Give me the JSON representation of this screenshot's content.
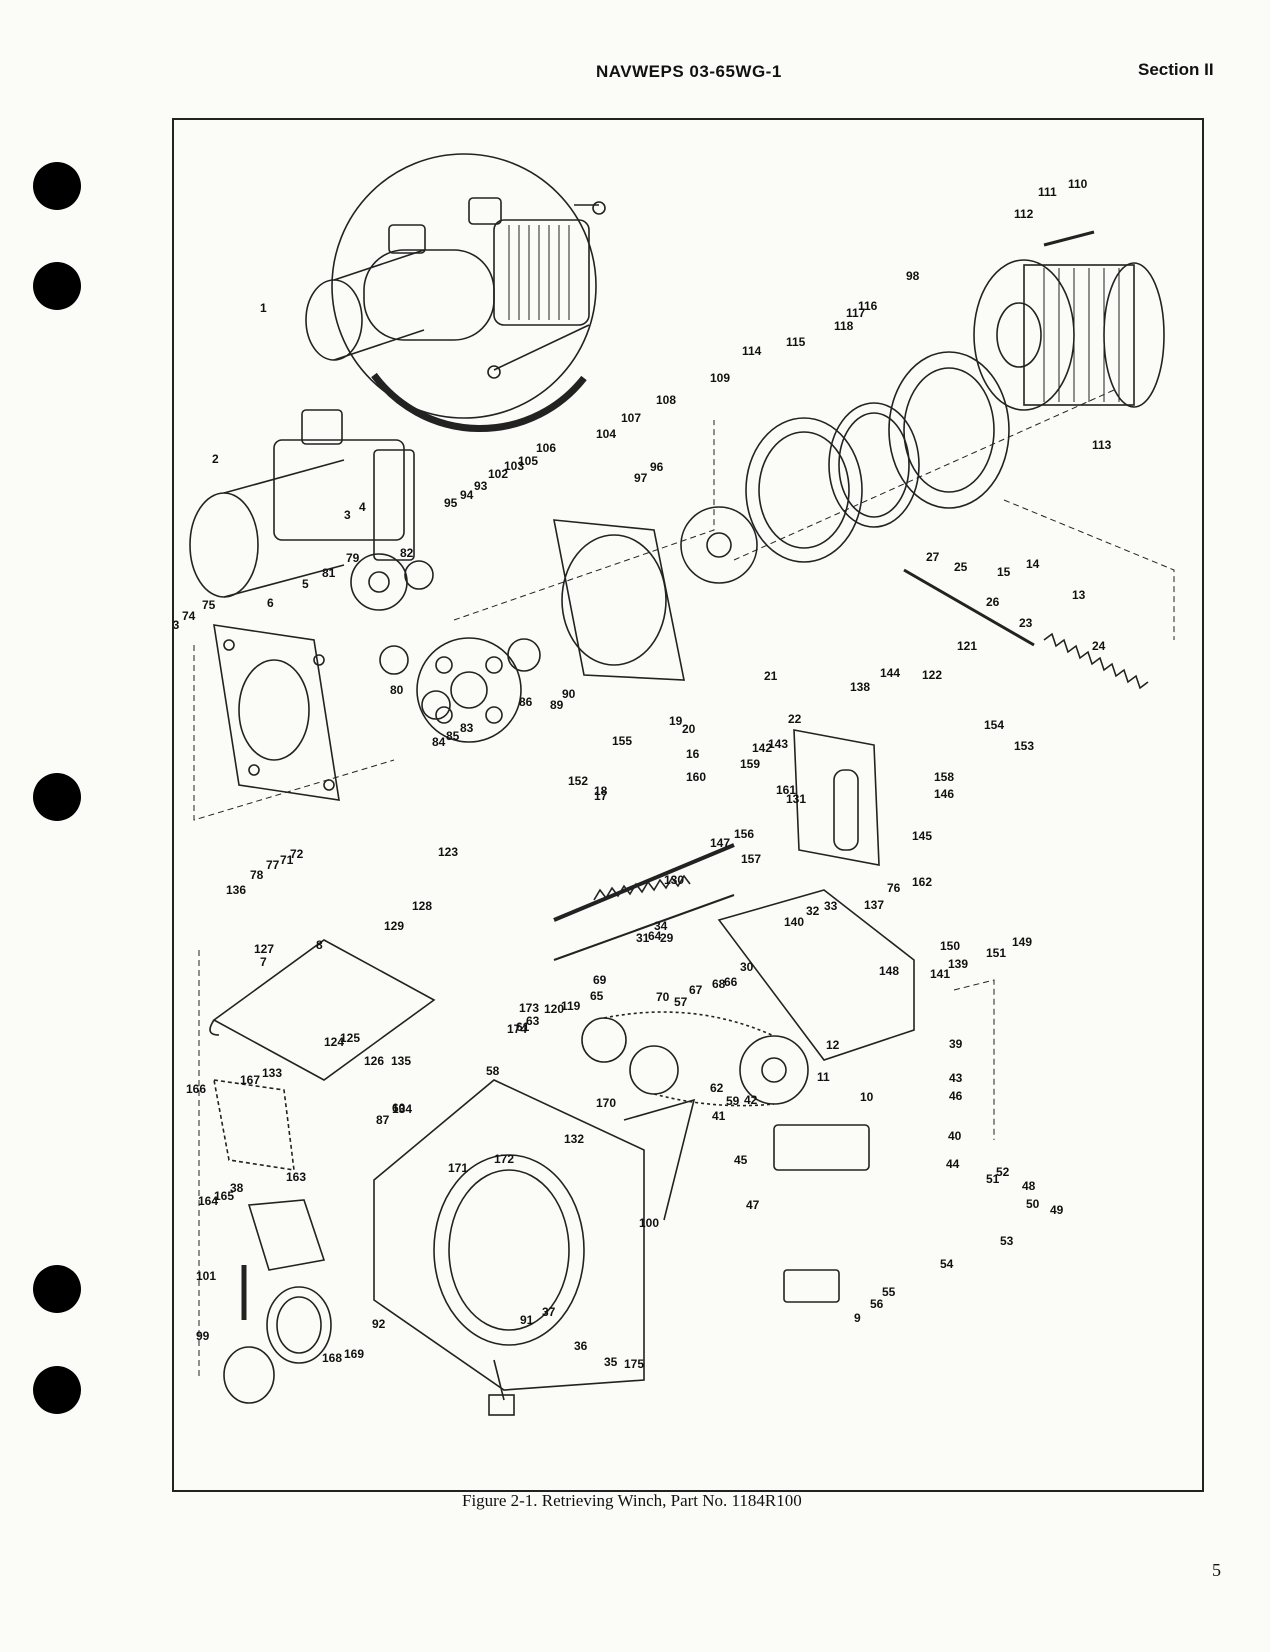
{
  "header": {
    "document_id": "NAVWEPS 03-65WG-1",
    "section": "Section II"
  },
  "figure": {
    "caption": "Figure 2-1.   Retrieving Winch, Part No. 1184R100",
    "callouts": [
      "1",
      "2",
      "3",
      "4",
      "5",
      "6",
      "73",
      "74",
      "75",
      "79",
      "81",
      "82",
      "80",
      "84",
      "85",
      "83",
      "86",
      "89",
      "90",
      "95",
      "94",
      "93",
      "102",
      "103",
      "105",
      "106",
      "104",
      "107",
      "108",
      "97",
      "96",
      "109",
      "114",
      "115",
      "118",
      "117",
      "116",
      "98",
      "111",
      "110",
      "112",
      "113",
      "27",
      "25",
      "26",
      "23",
      "24",
      "15",
      "14",
      "13",
      "21",
      "19",
      "20",
      "22",
      "142",
      "143",
      "138",
      "144",
      "122",
      "121",
      "154",
      "153",
      "158",
      "146",
      "145",
      "155",
      "18",
      "17",
      "16",
      "160",
      "159",
      "161",
      "131",
      "156",
      "157",
      "147",
      "152",
      "130",
      "136",
      "78",
      "77",
      "71",
      "72",
      "76",
      "137",
      "162",
      "151",
      "149",
      "150",
      "141",
      "139",
      "148",
      "140",
      "32",
      "33",
      "34",
      "31",
      "64",
      "29",
      "30",
      "66",
      "68",
      "67",
      "57",
      "70",
      "69",
      "65",
      "119",
      "120",
      "174",
      "173",
      "61",
      "63",
      "58",
      "62",
      "59",
      "41",
      "42",
      "12",
      "11",
      "10",
      "39",
      "43",
      "46",
      "40",
      "45",
      "47",
      "44",
      "52",
      "51",
      "50",
      "48",
      "49",
      "53",
      "54",
      "55",
      "56",
      "9",
      "8",
      "7",
      "127",
      "128",
      "129",
      "123",
      "124",
      "125",
      "126",
      "135",
      "134",
      "87",
      "60",
      "166",
      "167",
      "133",
      "132",
      "170",
      "171",
      "172",
      "163",
      "164",
      "165",
      "38",
      "100",
      "101",
      "99",
      "168",
      "169",
      "92",
      "91",
      "37",
      "36",
      "35",
      "175"
    ]
  },
  "page_number": "5"
}
